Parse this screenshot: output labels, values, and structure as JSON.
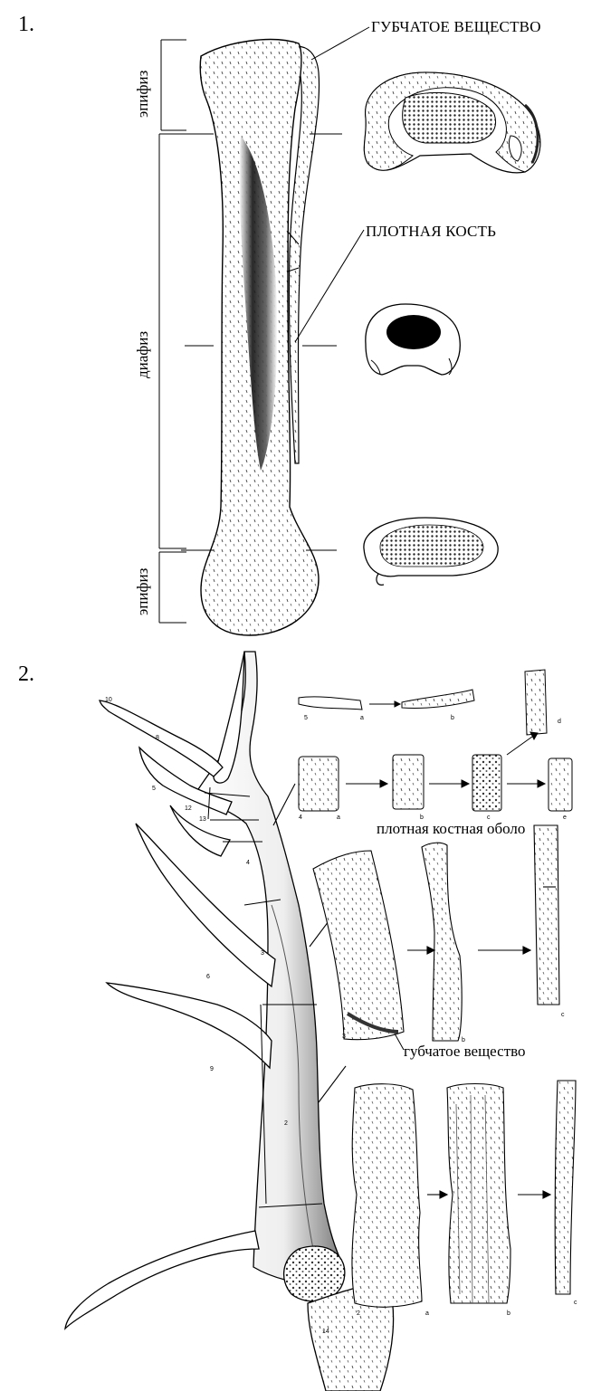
{
  "figure1": {
    "number": "1.",
    "label_spongy": "ГУБЧАТОЕ ВЕЩЕСТВО",
    "label_compact": "ПЛОТНАЯ КОСТЬ",
    "epiphysis_top": "эпифиз",
    "diaphysis": "диафиз",
    "epiphysis_bottom": "эпифиз"
  },
  "figure2": {
    "number": "2.",
    "label_compact_shell": "плотная костная оболо",
    "label_spongy": "губчатое вещество",
    "segment_numbers": [
      "10",
      "8",
      "5",
      "12",
      "13",
      "4",
      "3",
      "6",
      "2",
      "9",
      "14"
    ],
    "piece_letters": {
      "row_a": [
        "5",
        "a",
        "b",
        "d"
      ],
      "row_b": [
        "4",
        "a",
        "b",
        "c",
        "e"
      ],
      "row_c": [
        "3",
        "b",
        "c"
      ],
      "row_d": [
        "2",
        "a",
        "b",
        "c"
      ]
    }
  }
}
